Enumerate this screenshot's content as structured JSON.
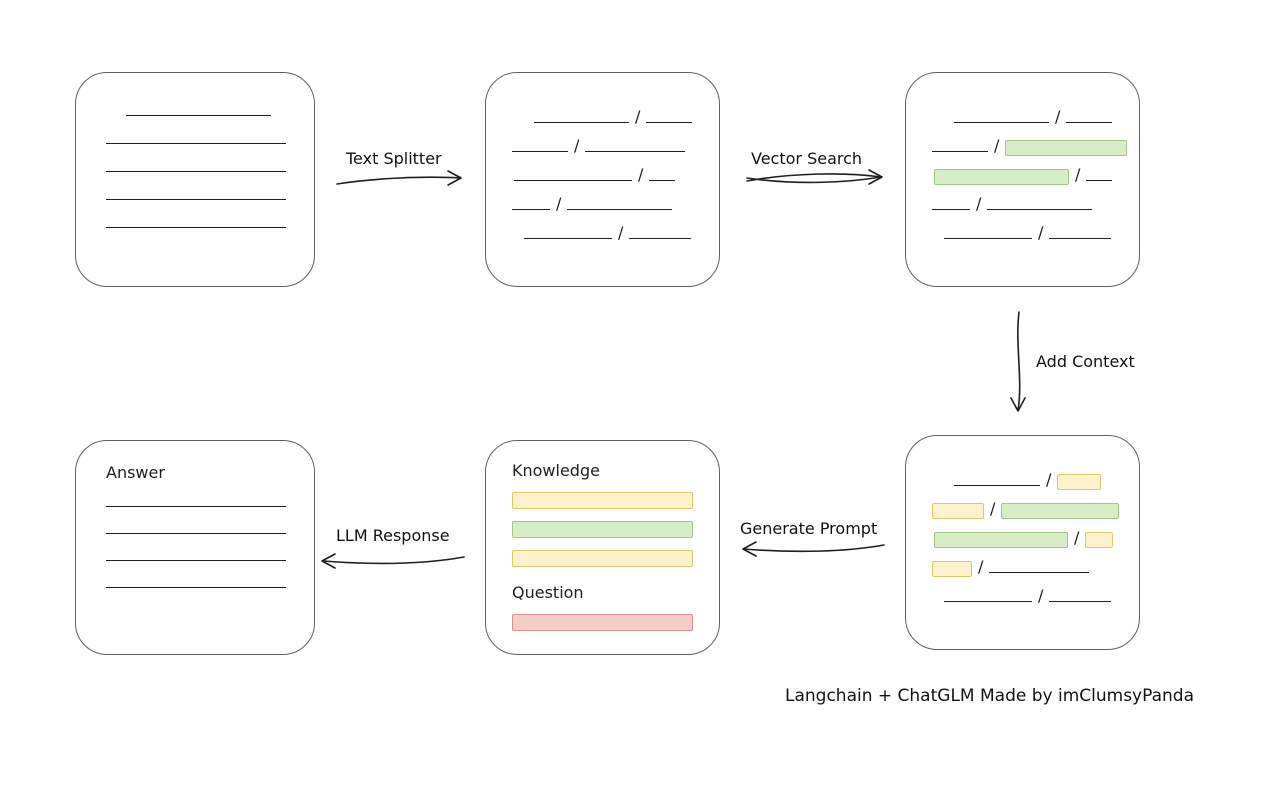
{
  "diagram": {
    "arrows": {
      "text_splitter": "Text Splitter",
      "vector_search": "Vector Search",
      "add_context": "Add Context",
      "generate_prompt": "Generate Prompt",
      "llm_response": "LLM Response"
    },
    "prompt_box": {
      "knowledge_label": "Knowledge",
      "question_label": "Question"
    },
    "answer_box": {
      "label": "Answer"
    },
    "glyphs": {
      "slash": "/"
    },
    "caption": "Langchain + ChatGLM Made by imClumsyPanda",
    "colors": {
      "line": "#1e1e1e",
      "box_border": "#606060",
      "green_fill": "#d8ecc5",
      "green_stroke": "#9cc98a",
      "yellow_fill": "#fdf2cb",
      "yellow_stroke": "#e3c46a",
      "red_fill": "#f5cdc9",
      "red_stroke": "#d88f88"
    }
  }
}
